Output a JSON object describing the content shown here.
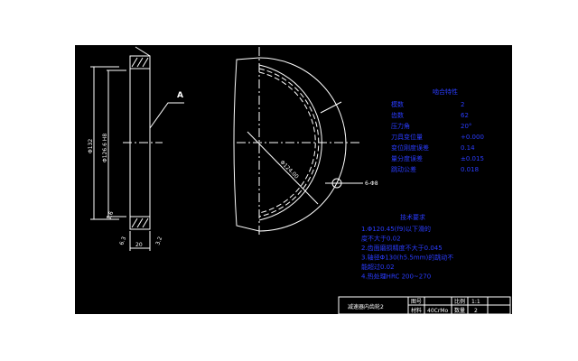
{
  "drawing": {
    "background": "#000000",
    "line_color": "#ffffff",
    "text_color": "#2a3cff",
    "section_label": "A",
    "dims": {
      "outer_dia": "Φ132",
      "inner_dia": "Φ126.6 H8",
      "width": "20",
      "pitch_dia": "Φ124.00",
      "holes": "6-Φ8",
      "rough1": "6.3",
      "rough2": "3.2",
      "rough3": "1.6"
    },
    "mesh_table": {
      "title": "啮合特性",
      "rows": [
        {
          "label": "模数",
          "value": "2"
        },
        {
          "label": "齿数",
          "value": "62"
        },
        {
          "label": "压力角",
          "value": "20°"
        },
        {
          "label": "刀具变位量",
          "value": "+0.000"
        },
        {
          "label": "变位刚度误差",
          "value": "0.14"
        },
        {
          "label": "量分度误差",
          "value": "±0.015"
        },
        {
          "label": "跳动公差",
          "value": "0.018"
        }
      ]
    },
    "requirements": {
      "title": "技术要求",
      "lines": [
        "1.Φ120.45(f9)以下滑的",
        "度不大于0.02",
        "2.齿面磨损精度不大于0.045",
        "3.轴径Φ130(h5.5mm)的跳动不",
        "能超过0.02",
        "4.热处理HRC 200~270"
      ]
    },
    "title_block": {
      "name": "减速器内齿轮2",
      "drawing_no_label": "图号",
      "material_label": "材料",
      "material": "40CrMo",
      "scale_label": "比例",
      "scale": "1:1",
      "qty_label": "数量",
      "qty": "2"
    }
  }
}
